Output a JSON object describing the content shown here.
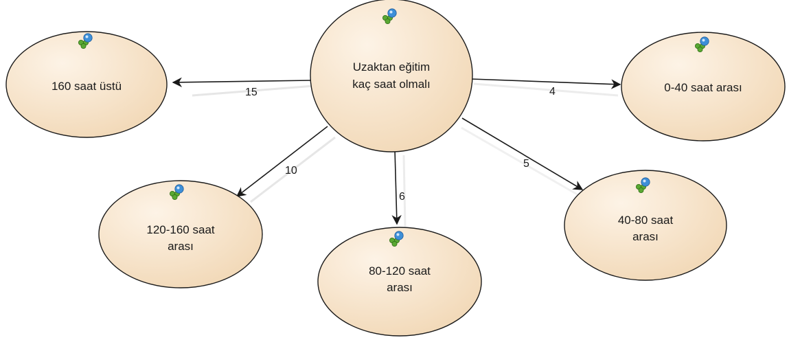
{
  "diagram": {
    "center": {
      "label_lines": [
        "Uzaktan eğitim",
        "kaç saat olmalı"
      ],
      "icon": "node-cluster-icon"
    },
    "nodes": [
      {
        "key": "160",
        "label_lines": [
          "160 saat üstü"
        ],
        "icon": "node-cluster-icon"
      },
      {
        "key": "0-40",
        "label_lines": [
          "0-40 saat arası"
        ],
        "icon": "node-cluster-icon"
      },
      {
        "key": "120-160",
        "label_lines": [
          "120-160 saat",
          "arası"
        ],
        "icon": "node-cluster-icon"
      },
      {
        "key": "80-120",
        "label_lines": [
          "80-120 saat",
          "arası"
        ],
        "icon": "node-cluster-icon"
      },
      {
        "key": "40-80",
        "label_lines": [
          "40-80 saat",
          "arası"
        ],
        "icon": "node-cluster-icon"
      }
    ],
    "edges": [
      {
        "from": "center",
        "to": "160",
        "label": "15"
      },
      {
        "from": "center",
        "to": "0-40",
        "label": "4"
      },
      {
        "from": "center",
        "to": "120-160",
        "label": "10"
      },
      {
        "from": "center",
        "to": "80-120",
        "label": "6"
      },
      {
        "from": "center",
        "to": "40-80",
        "label": "5"
      }
    ],
    "colors": {
      "node_fill_light": "#fdf3e6",
      "node_fill_dark": "#f2d9b8",
      "node_stroke": "#1a1a1a",
      "edge": "#1a1a1a",
      "edge_shadow": "#e6e6e6",
      "icon_green": "#5aa832",
      "icon_blue": "#3d8fd8"
    }
  }
}
